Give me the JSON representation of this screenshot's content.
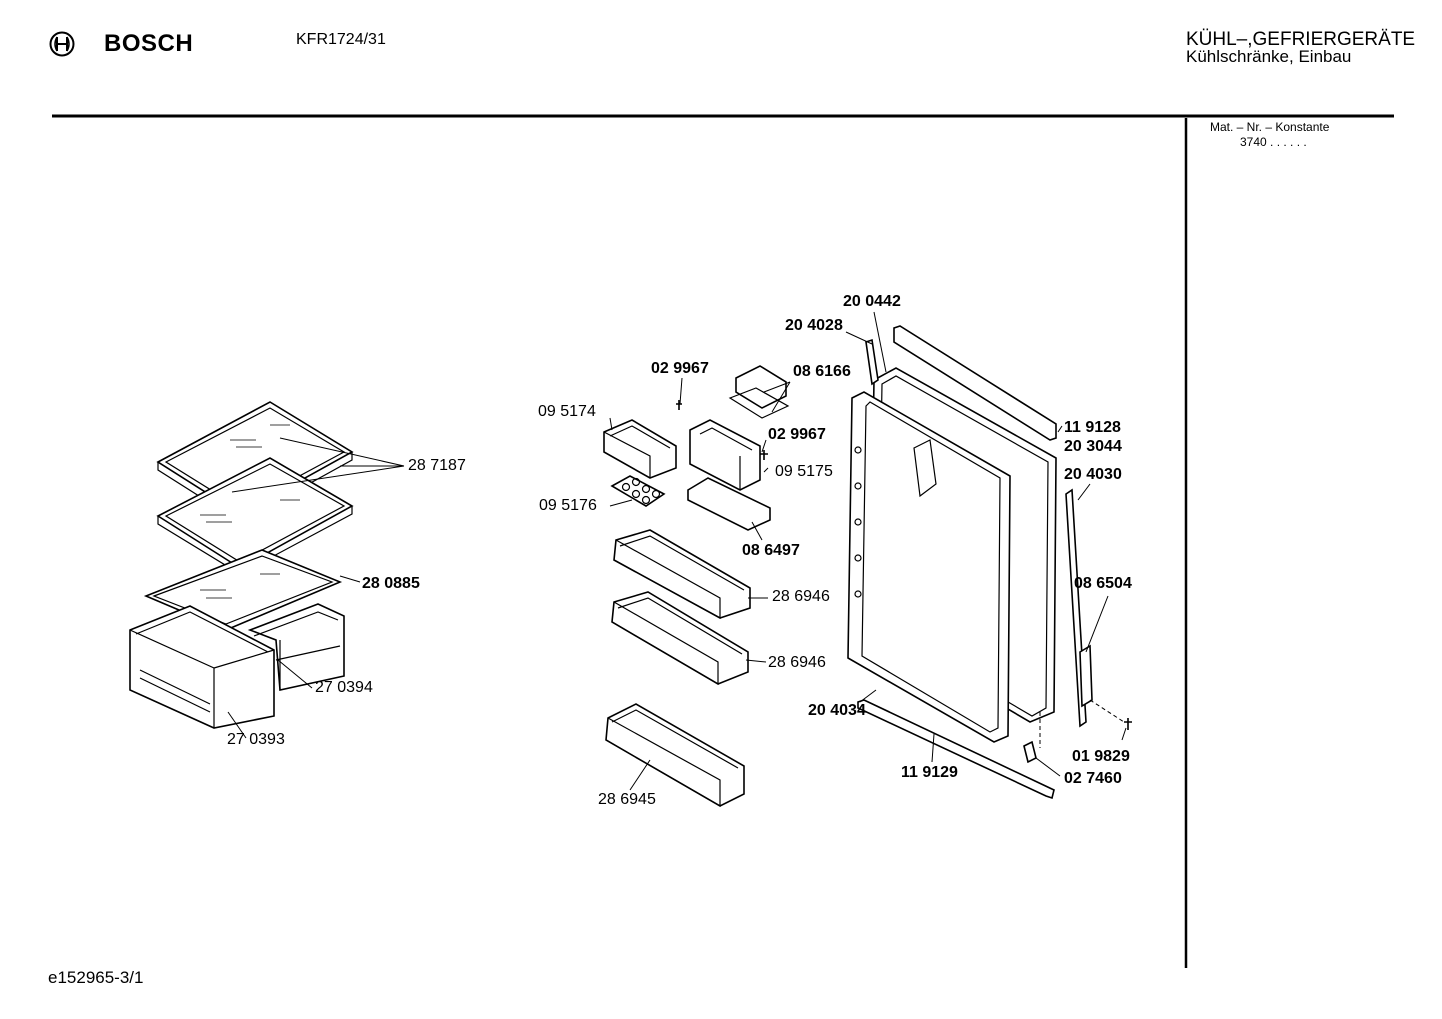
{
  "header": {
    "brand": "BOSCH",
    "logo_icon": "bosch-armature-icon",
    "model": "KFR1724/31",
    "category_line1": "KÜHL–,GEFRIERGERÄTE",
    "category_line2": "Kühlschränke, Einbau"
  },
  "sidebar": {
    "mat_label": "Mat. – Nr. – Konstante",
    "constant": "3740 . . . . . ."
  },
  "footer": {
    "doc_code": "e152965-3/1"
  },
  "parts": [
    {
      "number": "20 0442",
      "bold": true
    },
    {
      "number": "20 4028",
      "bold": true
    },
    {
      "number": "02 9967",
      "bold": true
    },
    {
      "number": "08 6166",
      "bold": true
    },
    {
      "number": "09 5174",
      "bold": false
    },
    {
      "number": "02 9967",
      "bold": true
    },
    {
      "number": "11 9128",
      "bold": true
    },
    {
      "number": "20 3044",
      "bold": true
    },
    {
      "number": "09 5175",
      "bold": false
    },
    {
      "number": "20 4030",
      "bold": true
    },
    {
      "number": "28 7187",
      "bold": false
    },
    {
      "number": "09 5176",
      "bold": false
    },
    {
      "number": "08 6497",
      "bold": true
    },
    {
      "number": "28 0885",
      "bold": true
    },
    {
      "number": "08 6504",
      "bold": true
    },
    {
      "number": "28 6946",
      "bold": false
    },
    {
      "number": "28 6946",
      "bold": false
    },
    {
      "number": "27 0394",
      "bold": false
    },
    {
      "number": "20 4034",
      "bold": true
    },
    {
      "number": "27 0393",
      "bold": false
    },
    {
      "number": "01 9829",
      "bold": true
    },
    {
      "number": "11 9129",
      "bold": true
    },
    {
      "number": "02 7460",
      "bold": true
    },
    {
      "number": "28 6945",
      "bold": false
    }
  ]
}
